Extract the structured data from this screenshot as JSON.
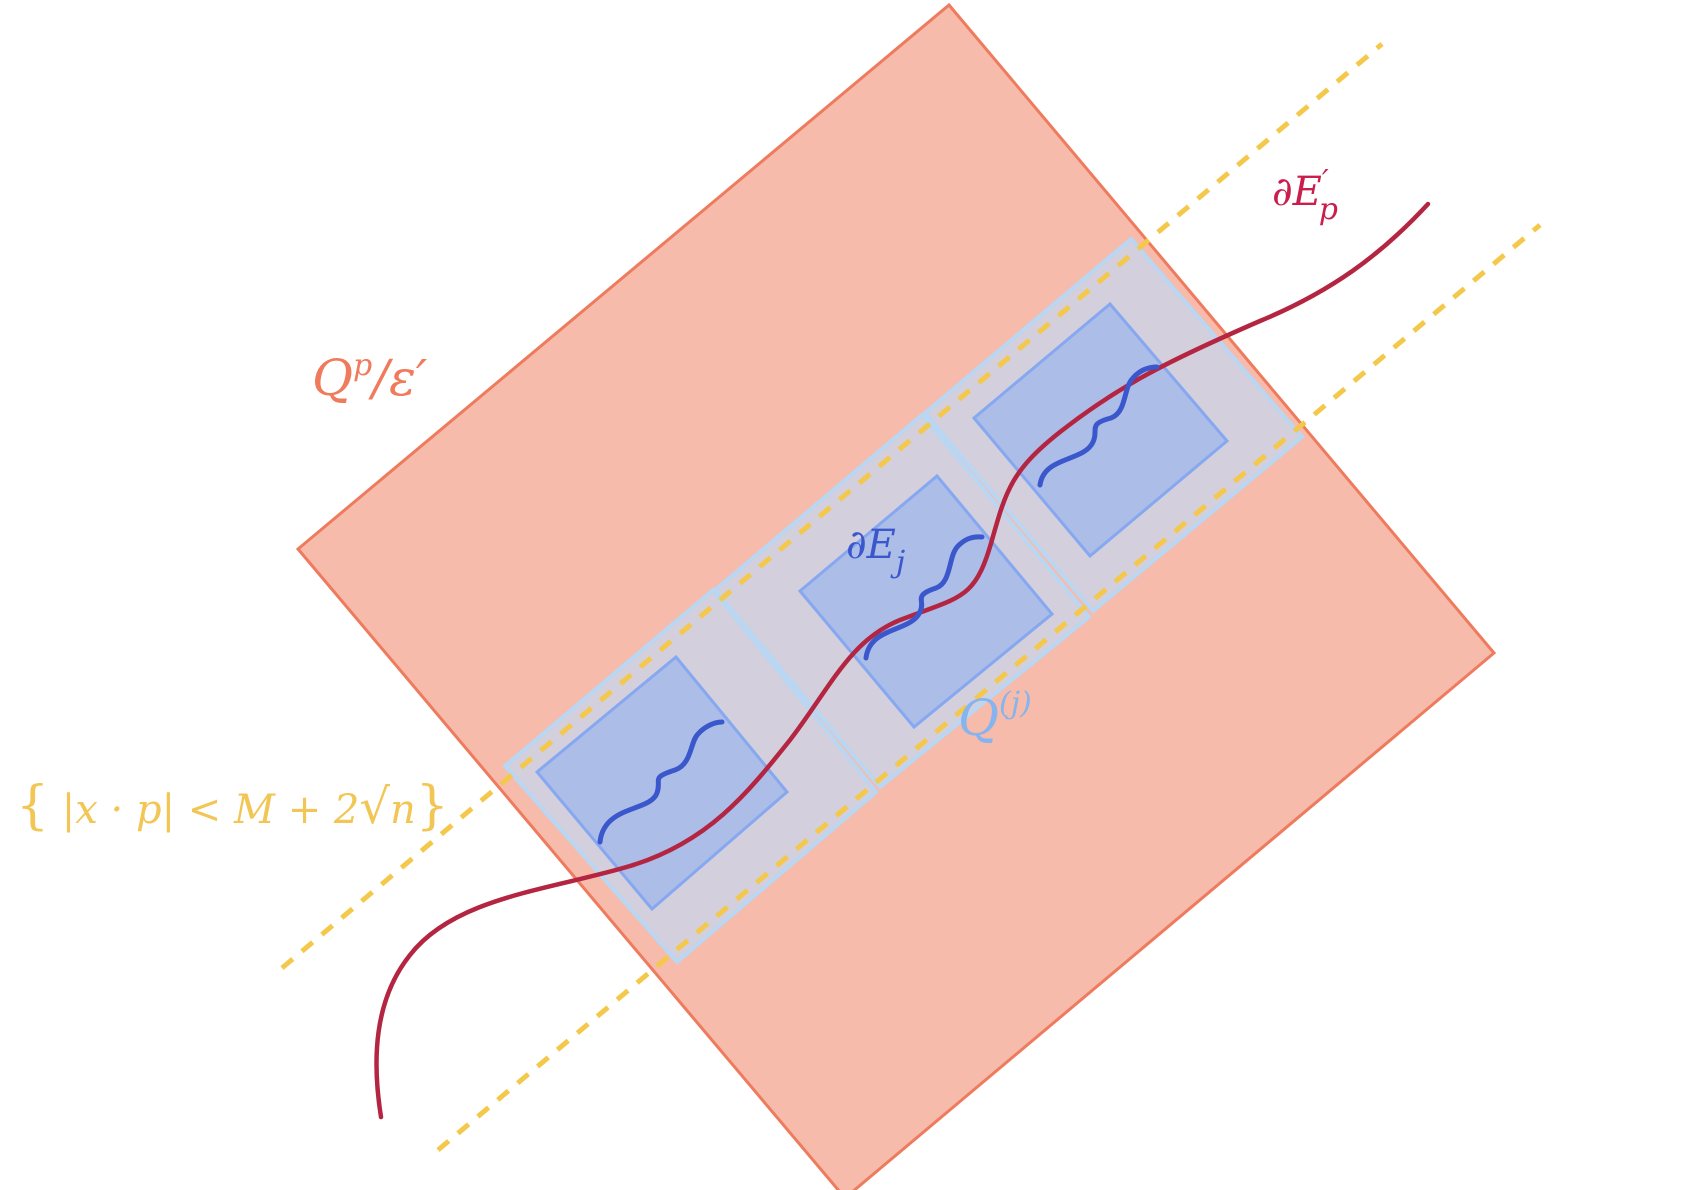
{
  "labels": {
    "outer_square": {
      "main": "Q",
      "sup": "p",
      "rest": "/ε′"
    },
    "boundary_global": {
      "main": "∂E",
      "prime": "′",
      "sub": "p"
    },
    "boundary_local": {
      "main": "∂E",
      "sub": "j"
    },
    "small_cube": {
      "main": "Q",
      "sup": "(j)"
    },
    "strip": {
      "open": "{",
      "body": " |x · p| < M + 2",
      "radical": "√",
      "radicand": "n",
      "close": "}"
    }
  },
  "colors": {
    "outer_fill": "#f6bbab",
    "outer_stroke": "#ee7b5d",
    "strip_line": "#f4c84a",
    "cube_halo_fill": "#d3cfdc",
    "cube_halo_stroke": "#b9d6f2",
    "cube_inner_fill": "#acbde8",
    "cube_inner_stroke": "#86a8f0",
    "curve_global": "#b32540",
    "curve_global_label": "#c81f4c",
    "curve_local": "#3b57cc",
    "label_outer": "#f07a5c",
    "label_small_cube": "#86b4ef",
    "label_strip": "#f2c655"
  }
}
